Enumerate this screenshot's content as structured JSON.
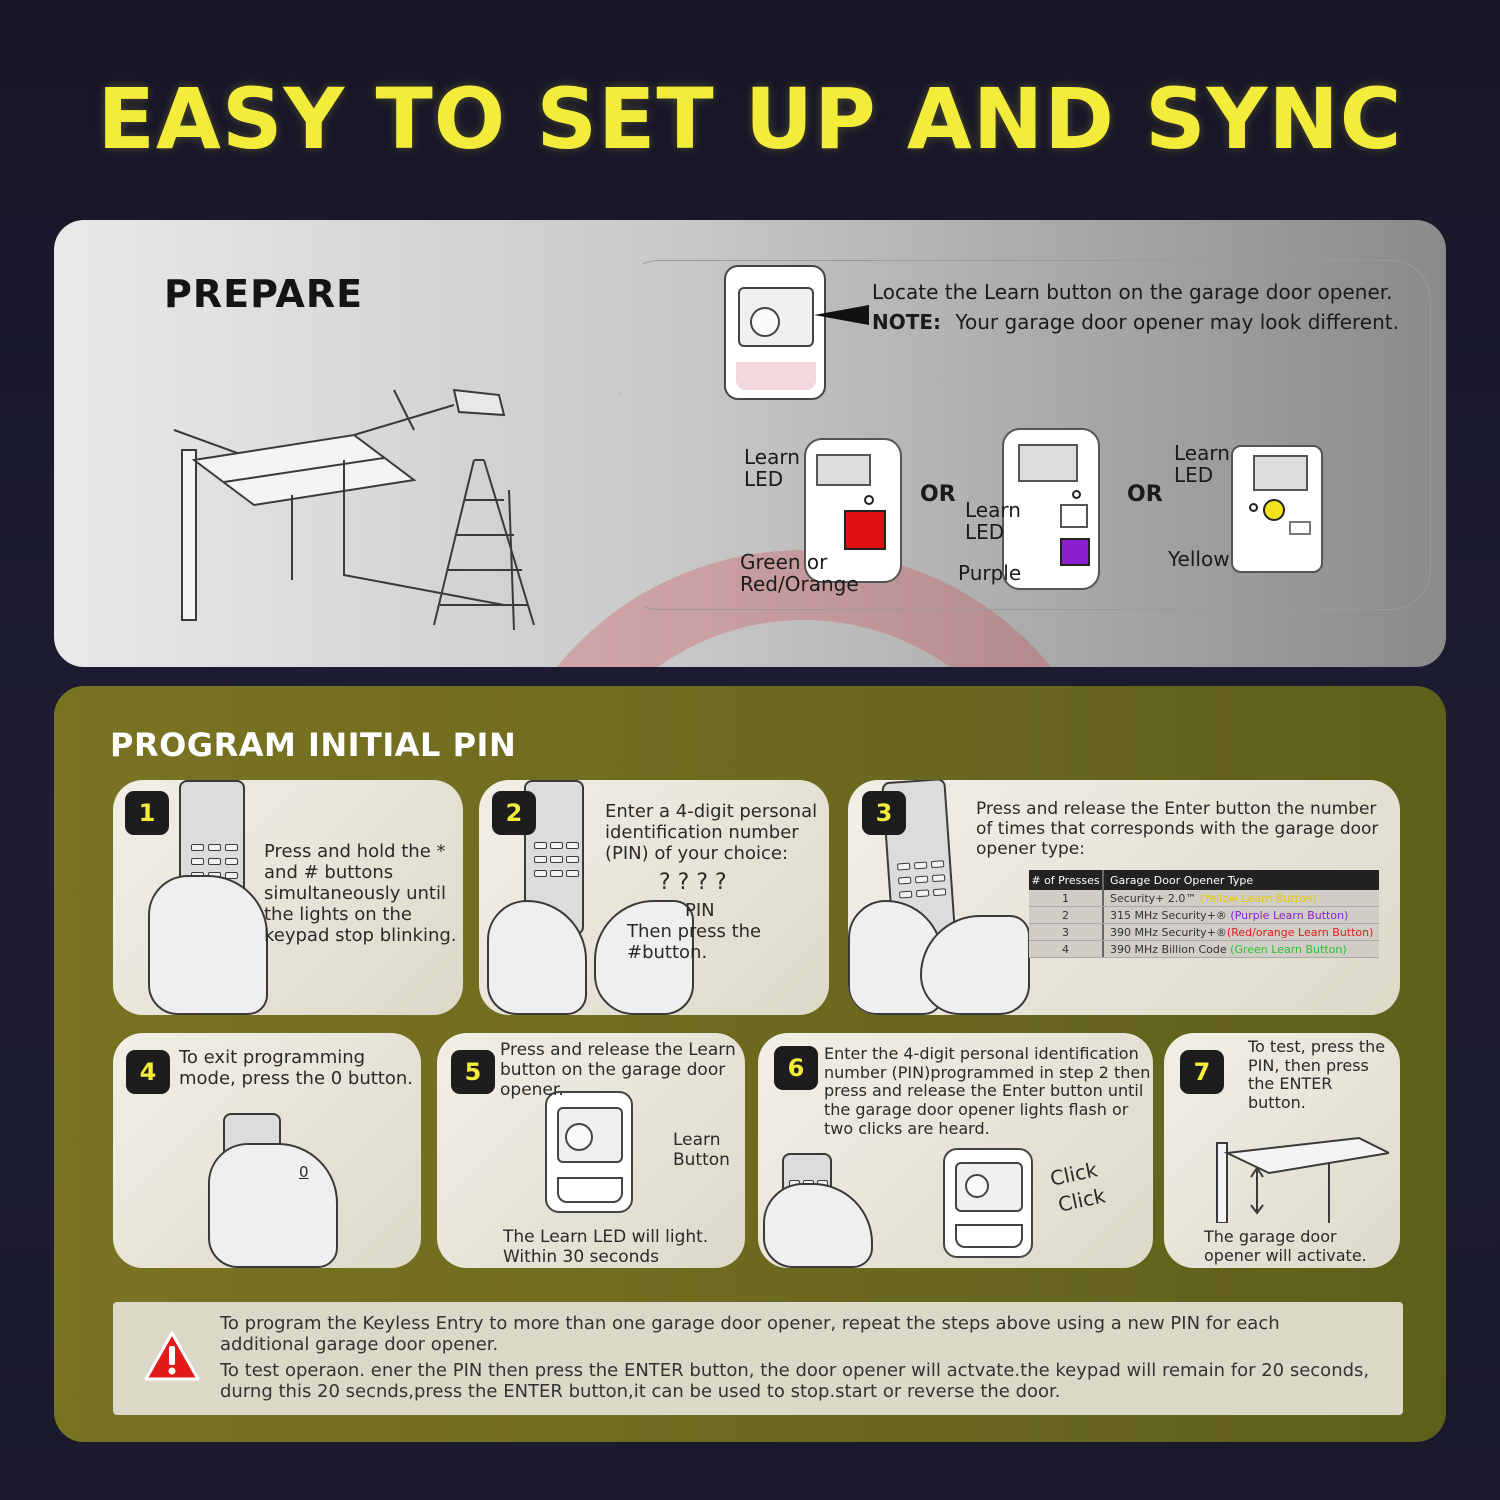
{
  "title": "EASY TO SET UP AND SYNC",
  "prepare": {
    "heading": "PREPARE",
    "locate_text": "Locate the Learn button on the garage door opener.",
    "note_label": "NOTE:",
    "note_text": "Your garage door opener may look different.",
    "or_label": "OR",
    "led1_label": "Learn LED",
    "led1_color_label": "Green or Red/Orange",
    "led2_label": "Learn LED",
    "led2_color_label": "Purple",
    "led3_label": "Learn LED",
    "led3_color_label": "Yellow",
    "colors": {
      "red": "#e01010",
      "purple": "#8a1fd0",
      "yellow": "#f2e21c"
    }
  },
  "program": {
    "heading": "PROGRAM INITIAL PIN",
    "steps": [
      {
        "num": "1",
        "text": "Press and hold the * and # buttons simultaneously until the lights on the keypad stop blinking."
      },
      {
        "num": "2",
        "text": "Enter a 4-digit personal identification number (PIN) of your choice:",
        "pin_marks": "? ? ? ?",
        "pin_label": "PIN",
        "after": "Then press the #button."
      },
      {
        "num": "3",
        "text": "Press and release the Enter button the number of times that corresponds with the garage door opener type:"
      },
      {
        "num": "4",
        "text": "To exit programming mode, press the 0 button.",
        "key_label": "0"
      },
      {
        "num": "5",
        "text": "Press and release the Learn button on the garage door opener.",
        "learn_label": "Learn Button",
        "after": "The Learn LED will light. Within 30 seconds"
      },
      {
        "num": "6",
        "text": "Enter the 4-digit personal identification number (PIN)programmed in step 2 then press and release the Enter button until the garage door opener lights flash or two clicks are heard.",
        "click1": "Click",
        "click2": "Click"
      },
      {
        "num": "7",
        "text": "To test, press the PIN, then press the ENTER button.",
        "after": "The garage door opener will activate."
      }
    ],
    "table": {
      "headers": [
        "# of Presses",
        "Garage Door Opener Type"
      ],
      "rows": [
        {
          "presses": "1",
          "type": "Security+ 2.0™",
          "note": "(Yellow Learn Button)",
          "note_color": "#e8c800"
        },
        {
          "presses": "2",
          "type": "315 MHz Security+®",
          "note": "(Purple Learn Button)",
          "note_color": "#8a1fd0"
        },
        {
          "presses": "3",
          "type": "390 MHz Security+®",
          "note": "(Red/orange Learn Button)",
          "note_color": "#e21e1e"
        },
        {
          "presses": "4",
          "type": "390 MHz Billion Code",
          "note": "(Green Learn Button)",
          "note_color": "#2fc02f"
        }
      ]
    },
    "warning": {
      "line1": "To program the Keyless Entry to more than one garage door opener, repeat the steps above using a new PIN for each additional garage door opener.",
      "line2": "To test operaon. ener the PIN then press the ENTER button, the door opener will actvate.the keypad will remain for 20 seconds, durng this 20 secnds,press the ENTER button,it can be used to stop.start or reverse the door."
    }
  }
}
